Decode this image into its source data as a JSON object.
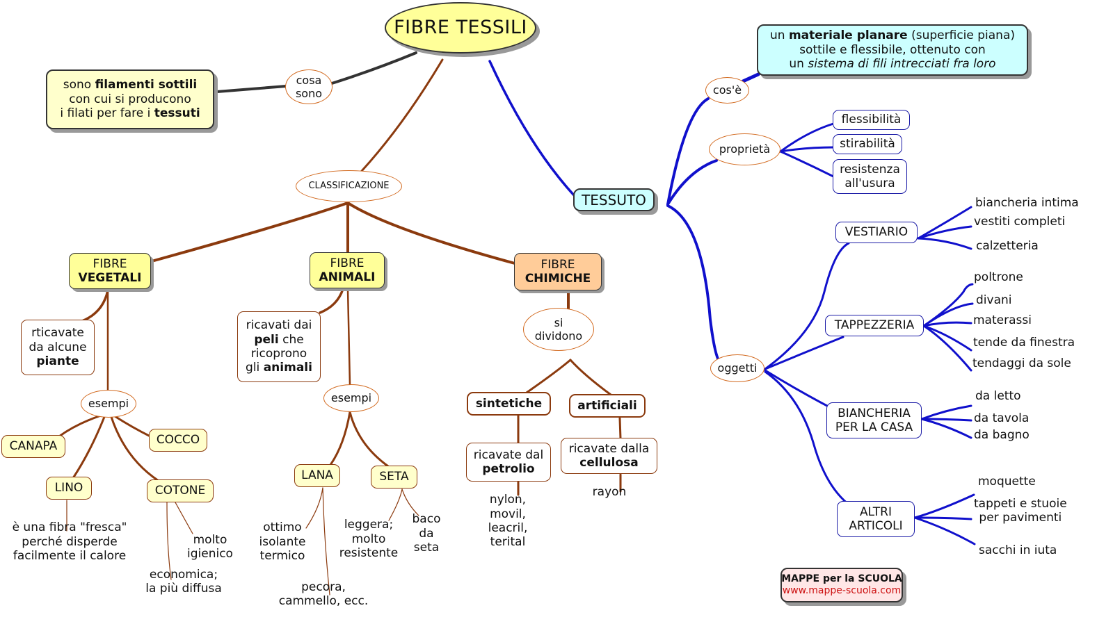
{
  "title": "FIBRE TESSILI",
  "colors": {
    "brown_link": "#8b3a0e",
    "blue_link": "#1010cc",
    "dark_link": "#333333",
    "title_fill": "#ffff99",
    "chimiche_fill": "#ffcc99",
    "tessuto_fill": "#ccffff"
  },
  "definition": {
    "linker": [
      "cosa",
      "sono"
    ],
    "text": {
      "l1a": "sono ",
      "l1b": "filamenti sottili",
      "l2": "con cui si producono",
      "l3a": "i filati per fare i ",
      "l3b": "tessuti"
    }
  },
  "classification": {
    "label": "CLASSIFICAZIONE",
    "vegetali": {
      "title": [
        "FIBRE",
        "VEGETALI"
      ],
      "desc": [
        "rticavate",
        "da alcune",
        "piante"
      ],
      "linker": "esempi",
      "examples": [
        {
          "label": "CANAPA"
        },
        {
          "label": "COCCO"
        },
        {
          "label": "LINO",
          "notes": [
            "è una fibra \"fresca\"",
            "perché disperde",
            "facilmente il calore"
          ]
        },
        {
          "label": "COTONE",
          "notes_a": [
            "molto",
            "igienico"
          ],
          "notes_b": [
            "economica;",
            "la più diffusa"
          ]
        }
      ]
    },
    "animali": {
      "title": [
        "FIBRE",
        "ANIMALI"
      ],
      "desc": {
        "l1": "ricavati dai",
        "l2a": "peli",
        "l2b": " che",
        "l3": "ricoprono",
        "l4a": "gli ",
        "l4b": "animali"
      },
      "linker": "esempi",
      "examples": [
        {
          "label": "LANA",
          "notes_a": [
            "ottimo",
            "isolante",
            "termico"
          ],
          "notes_b": [
            "pecora,",
            "cammello, ecc."
          ]
        },
        {
          "label": "SETA",
          "notes_a": [
            "leggera;",
            "molto",
            "resistente"
          ],
          "notes_b": [
            "baco",
            "da",
            "seta"
          ]
        }
      ]
    },
    "chimiche": {
      "title": [
        "FIBRE",
        "CHIMICHE"
      ],
      "linker": [
        "si",
        "dividono"
      ],
      "types": [
        {
          "label": "sintetiche",
          "desc_a": "ricavate dal",
          "desc_b": "petrolio",
          "examples": [
            "nylon,",
            "movil,",
            "leacril,",
            "terital"
          ]
        },
        {
          "label": "artificiali",
          "desc_a": "ricavate dalla",
          "desc_b": "cellulosa",
          "examples": [
            "rayon"
          ]
        }
      ]
    }
  },
  "tessuto": {
    "label": "TESSUTO",
    "cose": {
      "linker": "cos'è",
      "text": {
        "l1a": "un ",
        "l1b": "materiale planare",
        "l1c": " (superficie piana)",
        "l2": "sottile e flessibile, ottenuto con",
        "l3a": "un ",
        "l3b": "sistema di fili intrecciati fra loro"
      }
    },
    "proprieta": {
      "linker": "proprietà",
      "items": [
        "flessibilità",
        "stirabilità",
        "resistenza|all'usura"
      ]
    },
    "oggetti": {
      "linker": "oggetti",
      "groups": [
        {
          "label": "VESTIARIO",
          "items": [
            "biancheria intima",
            "vestiti completi",
            "calzetteria"
          ]
        },
        {
          "label": "TAPPEZZERIA",
          "items": [
            "poltrone",
            "divani",
            "materassi",
            "tende da finestra",
            "tendaggi da sole"
          ]
        },
        {
          "label": [
            "BIANCHERIA",
            "PER LA CASA"
          ],
          "items": [
            "da letto",
            "da tavola",
            "da bagno"
          ]
        },
        {
          "label": [
            "ALTRI",
            "ARTICOLI"
          ],
          "items": [
            "moquette",
            "tappeti e stuoie|per pavimenti",
            "sacchi in iuta"
          ]
        }
      ]
    }
  },
  "credit": {
    "name": "MAPPE per la SCUOLA",
    "site": "www.mappe-scuola.com"
  }
}
